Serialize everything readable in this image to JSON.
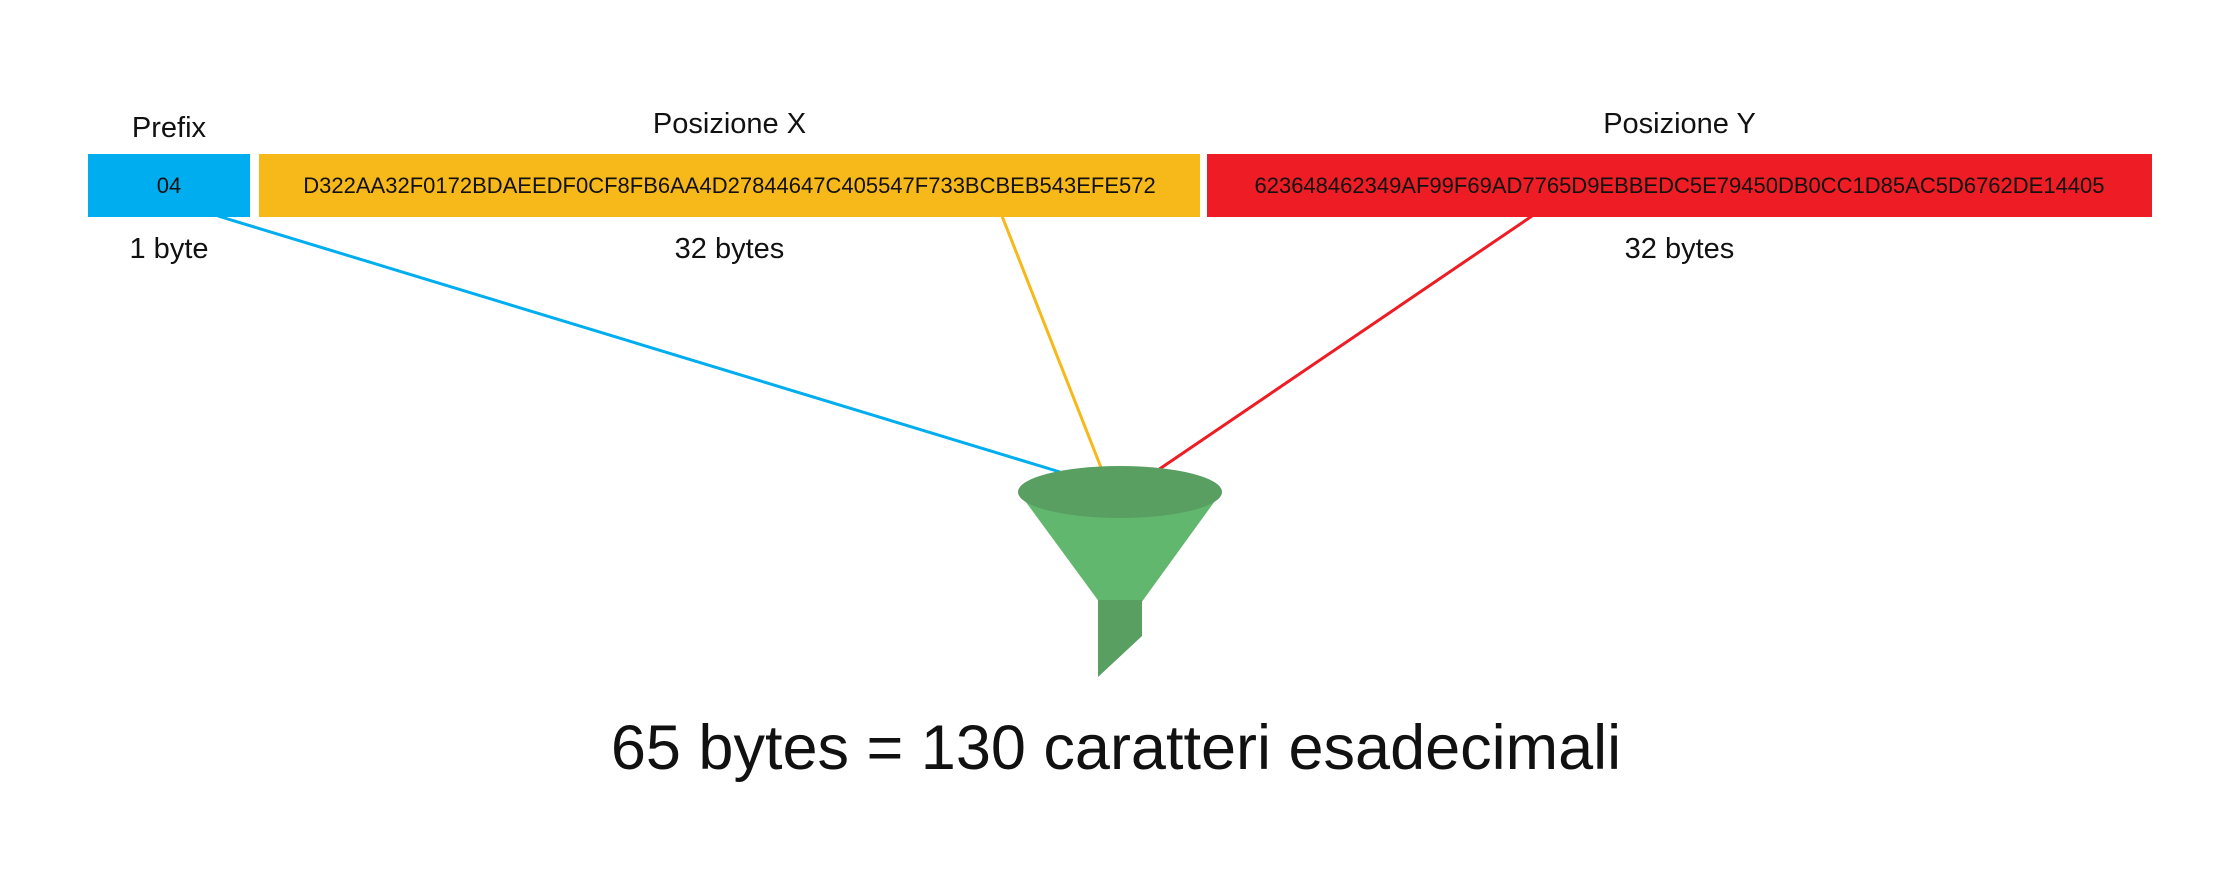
{
  "segments": {
    "prefix": {
      "title": "Prefix",
      "value": "04",
      "size": "1 byte",
      "color": "#00aeef"
    },
    "x": {
      "title": "Posizione X",
      "value": "D322AA32F0172BDAEEDF0CF8FB6AA4D27844647C405547F733BCBEB543EFE572",
      "size": "32 bytes",
      "color": "#f7b819"
    },
    "y": {
      "title": "Posizione Y",
      "value": "623648462349AF99F69AD7765D9EBBEDC5E79450DB0CC1D85AC5D6762DE14405",
      "size": "32 bytes",
      "color": "#ee1c24"
    }
  },
  "funnel": {
    "icon": "funnel-icon",
    "rim_color": "#589f61",
    "body_color": "#62b76e"
  },
  "result": {
    "text": "65 bytes = 130 caratteri esadecimali"
  }
}
